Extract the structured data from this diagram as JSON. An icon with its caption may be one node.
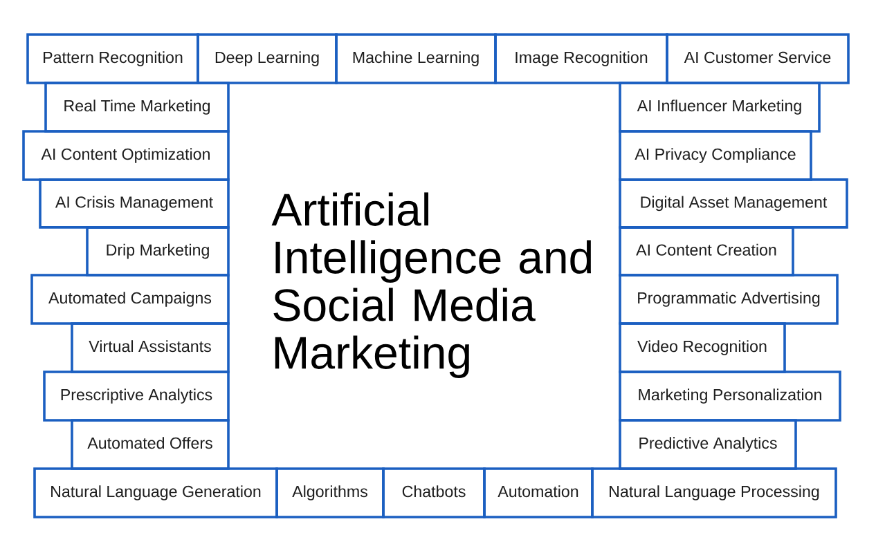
{
  "diagram": {
    "title": "Artificial Intelligence and Social Media Marketing",
    "nodes": [
      {
        "text": [
          "Pattern Recognition"
        ]
      },
      {
        "text": [
          "Deep Learning"
        ]
      },
      {
        "text": [
          "Machine Learning"
        ]
      },
      {
        "text": [
          "Image Recognition"
        ]
      },
      {
        "text": [
          "AI Customer Service"
        ]
      },
      {
        "text": [
          "Real Time Marketing"
        ]
      },
      {
        "text": [
          "AI Influencer Marketing"
        ]
      },
      {
        "text": [
          "AI Content Optimization"
        ]
      },
      {
        "text": [
          "AI Privacy Compliance"
        ]
      },
      {
        "text": [
          "AI Crisis Management"
        ]
      },
      {
        "text": [
          "Digital Asset Management"
        ]
      },
      {
        "text": [
          "Drip Marketing"
        ]
      },
      {
        "text": [
          "AI Content Creation"
        ]
      },
      {
        "text": [
          "Automated Campaigns"
        ]
      },
      {
        "text": [
          "Programmatic Advertising"
        ]
      },
      {
        "text": [
          "Virtual Assistants"
        ]
      },
      {
        "text": [
          "Video Recognition"
        ]
      },
      {
        "text": [
          "Prescriptive Analytics"
        ]
      },
      {
        "text": [
          "Marketing Personalization"
        ]
      },
      {
        "text": [
          "Automated Offers"
        ]
      },
      {
        "text": [
          "Predictive Analytics"
        ]
      },
      {
        "text": [
          "Natural Language Generation"
        ]
      },
      {
        "text": [
          "Algorithms"
        ]
      },
      {
        "text": [
          "Chatbots"
        ]
      },
      {
        "text": [
          "Automation"
        ]
      },
      {
        "text": [
          "Natural Language Processing"
        ]
      }
    ]
  }
}
